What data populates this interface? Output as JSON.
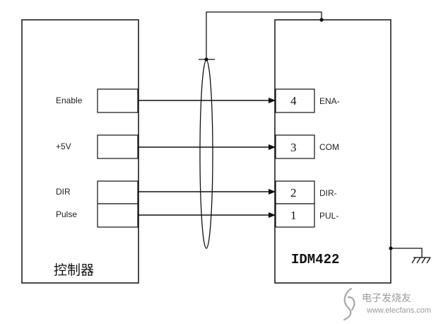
{
  "controller": {
    "title": "控制器",
    "signals": [
      "Enable",
      "+5V",
      "DIR",
      "Pulse"
    ]
  },
  "driver": {
    "title": "IDM422",
    "pins": [
      {
        "number": "4",
        "name": "ENA-"
      },
      {
        "number": "3",
        "name": "COM"
      },
      {
        "number": "2",
        "name": "DIR-"
      },
      {
        "number": "1",
        "name": "PUL-"
      }
    ]
  },
  "watermark": {
    "text": "电子发烧友",
    "url": "www.elecfans.com"
  }
}
